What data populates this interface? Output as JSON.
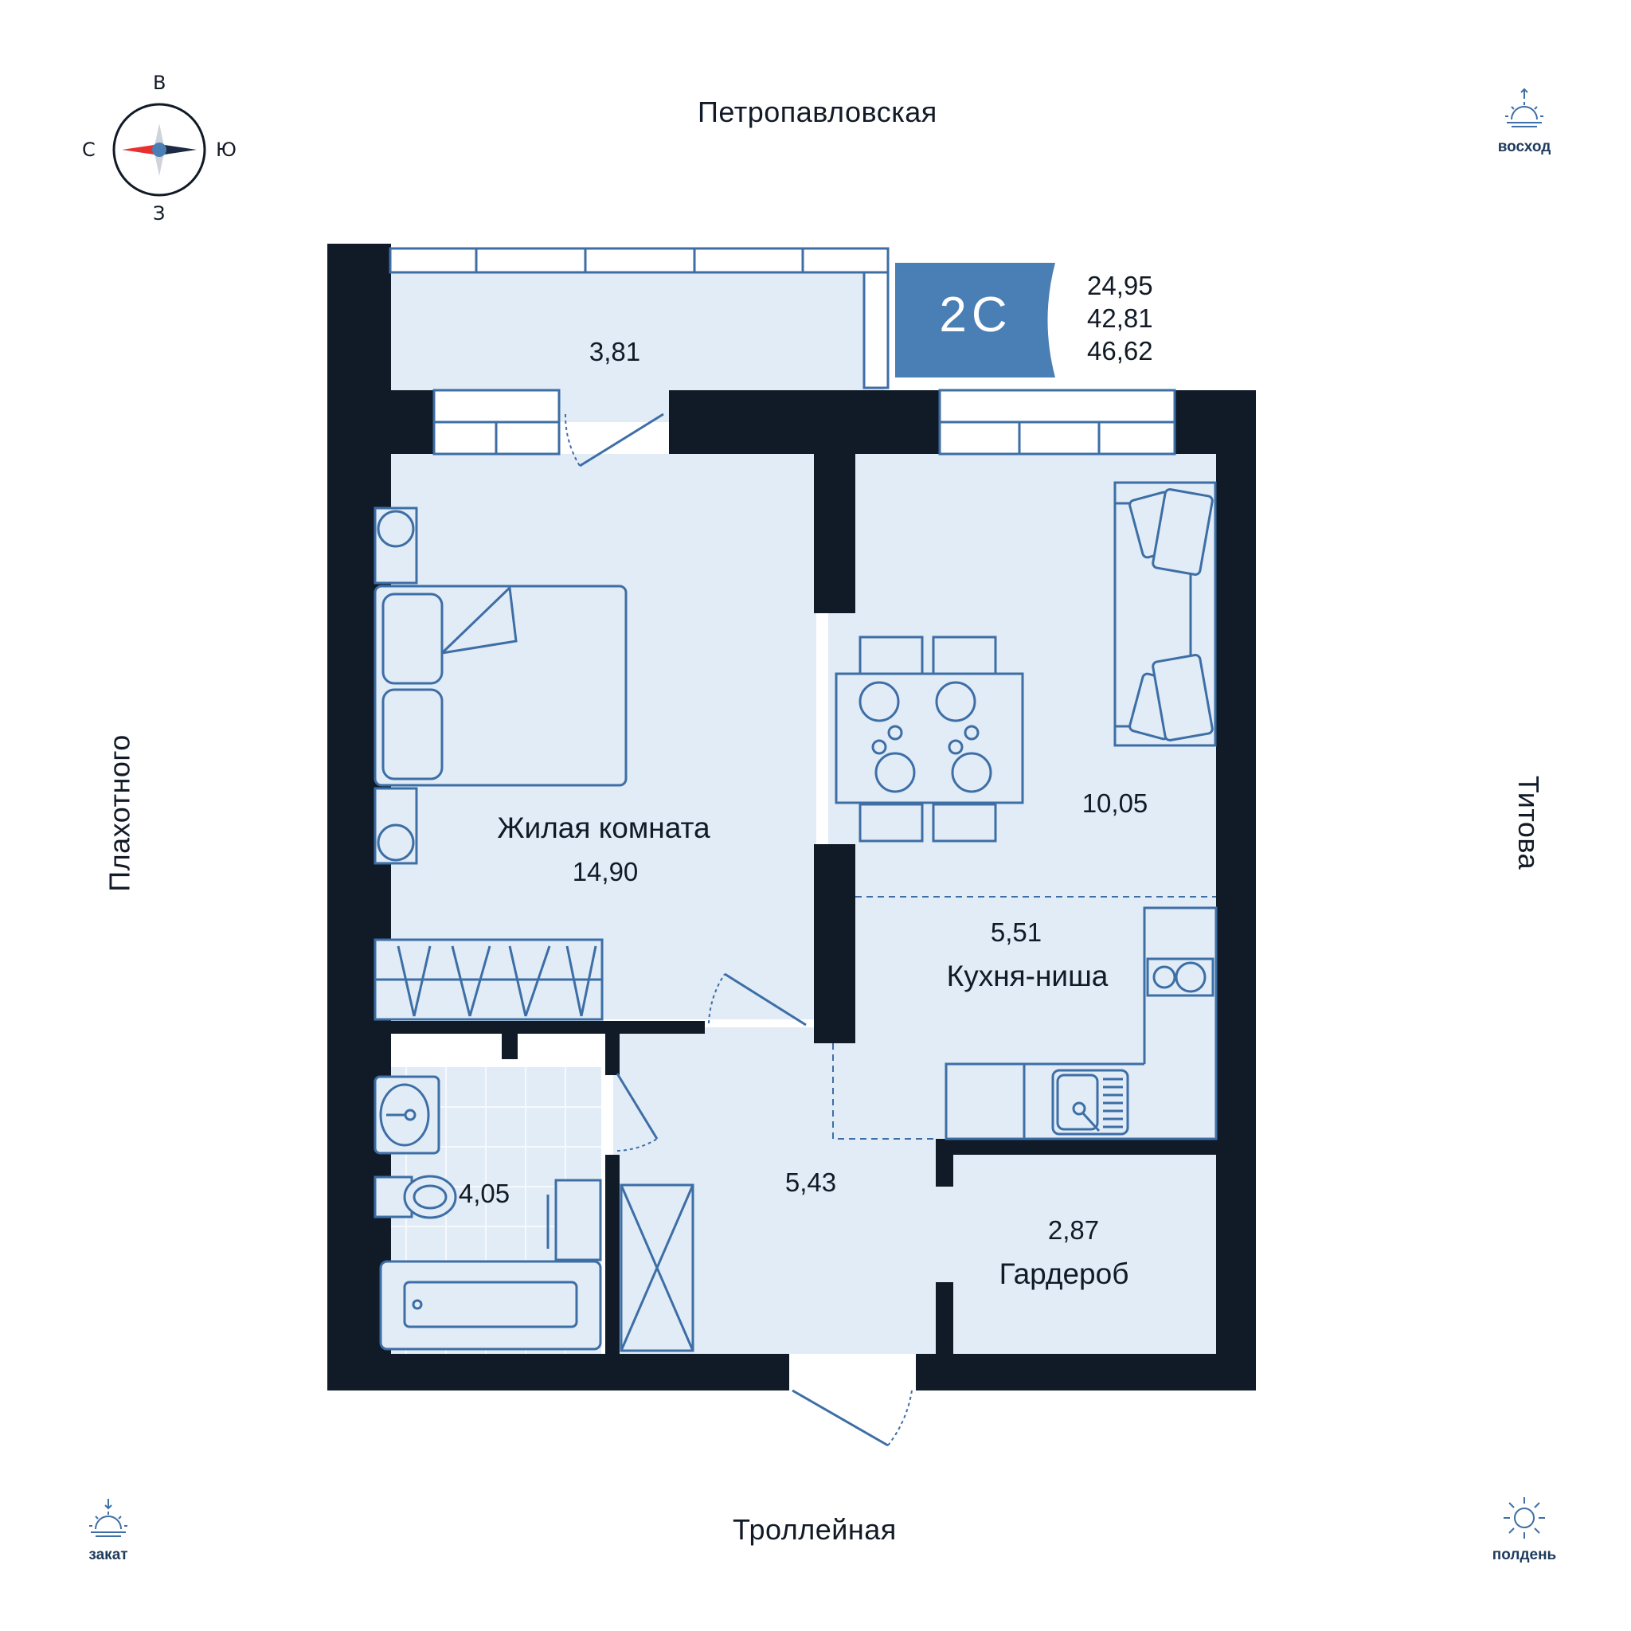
{
  "streets": {
    "north": "Петропавловская",
    "south": "Троллейная",
    "west": "Плахотного",
    "east": "Титова"
  },
  "compass": {
    "top": "В",
    "right": "Ю",
    "bottom": "З",
    "left": "С"
  },
  "sun": {
    "sunrise": "восход",
    "sunset": "закат",
    "noon": "полдень"
  },
  "apartment": {
    "type_badge": "2С",
    "areas": [
      "24,95",
      "42,81",
      "46,62"
    ]
  },
  "rooms": [
    {
      "id": "balcony",
      "name": "",
      "area": "3,81"
    },
    {
      "id": "living",
      "name": "Жилая комната",
      "area": "14,90"
    },
    {
      "id": "dining",
      "name": "",
      "area": "10,05"
    },
    {
      "id": "kitchen",
      "name": "Кухня-ниша",
      "area": "5,51"
    },
    {
      "id": "bathroom",
      "name": "",
      "area": "4,05"
    },
    {
      "id": "hall",
      "name": "",
      "area": "5,43"
    },
    {
      "id": "wardrobe",
      "name": "Гардероб",
      "area": "2,87"
    }
  ],
  "colors": {
    "wall": "#101b27",
    "floor": "#e1ecf7",
    "line": "#3d6ea5",
    "badge": "#4a7fb5"
  }
}
